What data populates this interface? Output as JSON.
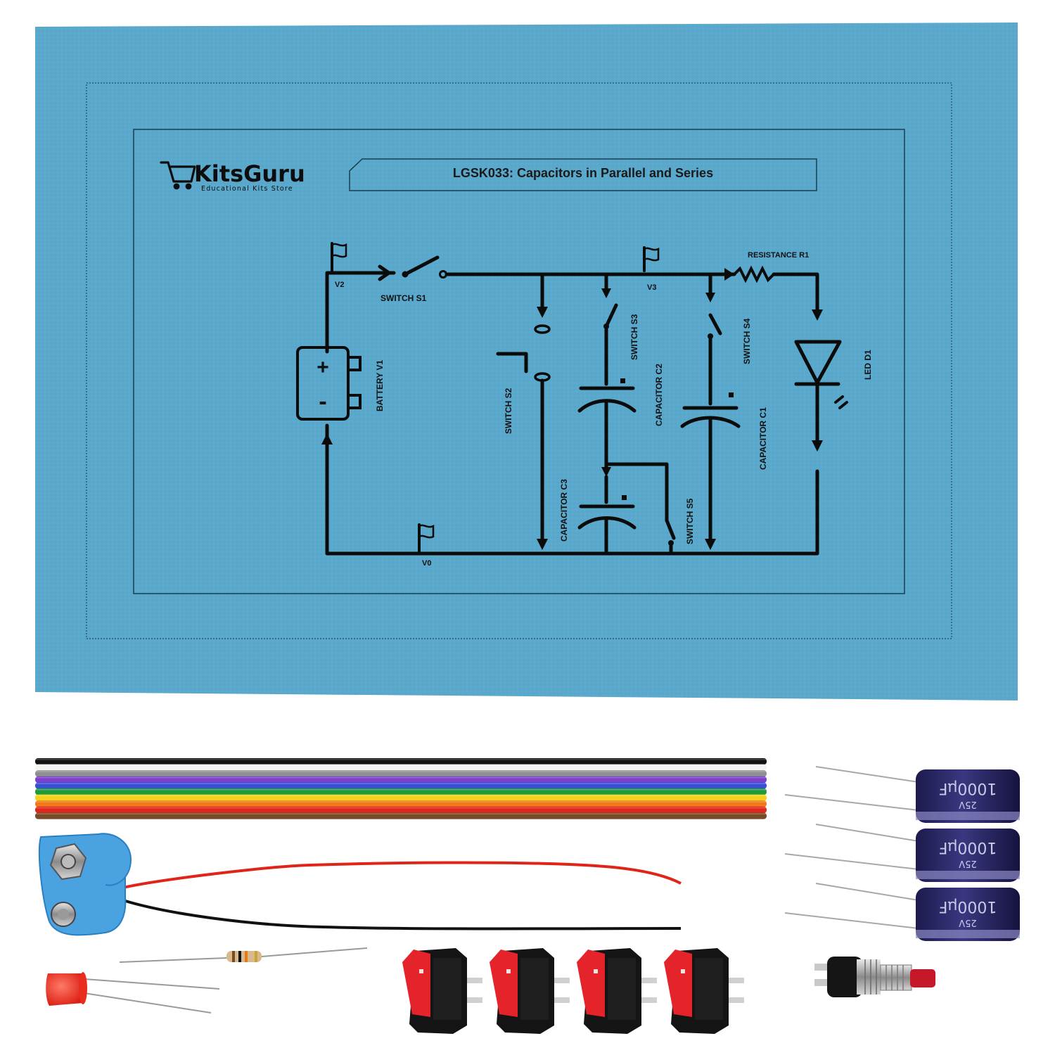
{
  "sheet": {
    "brand_name": "KitsGuru",
    "brand_tagline": "Educational Kits Store",
    "title": "LGSK033: Capacitors in Parallel and Series",
    "background_color": "#5aa8cb"
  },
  "schematic_labels": {
    "v2": "V2",
    "v3": "V3",
    "v0": "V0",
    "switch_s1": "SWITCH S1",
    "switch_s2": "SWITCH S2",
    "switch_s3": "SWITCH S3",
    "switch_s4": "SWITCH S4",
    "switch_s5": "SWITCH S5",
    "battery_v1": "BATTERY V1",
    "capacitor_c1": "CAPACITOR C1",
    "capacitor_c2": "CAPACITOR C2",
    "capacitor_c3": "CAPACITOR C3",
    "resistance_r1": "RESISTANCE R1",
    "led_d1": "LED D1",
    "plus": "+",
    "minus": "-"
  },
  "components": {
    "ribbon_colors": [
      "#111111",
      "#f4f4f4",
      "#8f8f8f",
      "#7b3fc9",
      "#3a4fd6",
      "#1d9a3a",
      "#f2d21a",
      "#f07a1a",
      "#e2261c",
      "#7a4a26"
    ],
    "capacitor_text": "1000µF",
    "capacitor_voltage": "25V",
    "capacitor_count": 3,
    "rocker_switch_count": 4,
    "icons": [
      "battery-snap-icon",
      "resistor-icon",
      "led-icon",
      "rocker-switch-icon",
      "push-button-icon",
      "electrolytic-capacitor-icon",
      "cart-icon"
    ]
  }
}
